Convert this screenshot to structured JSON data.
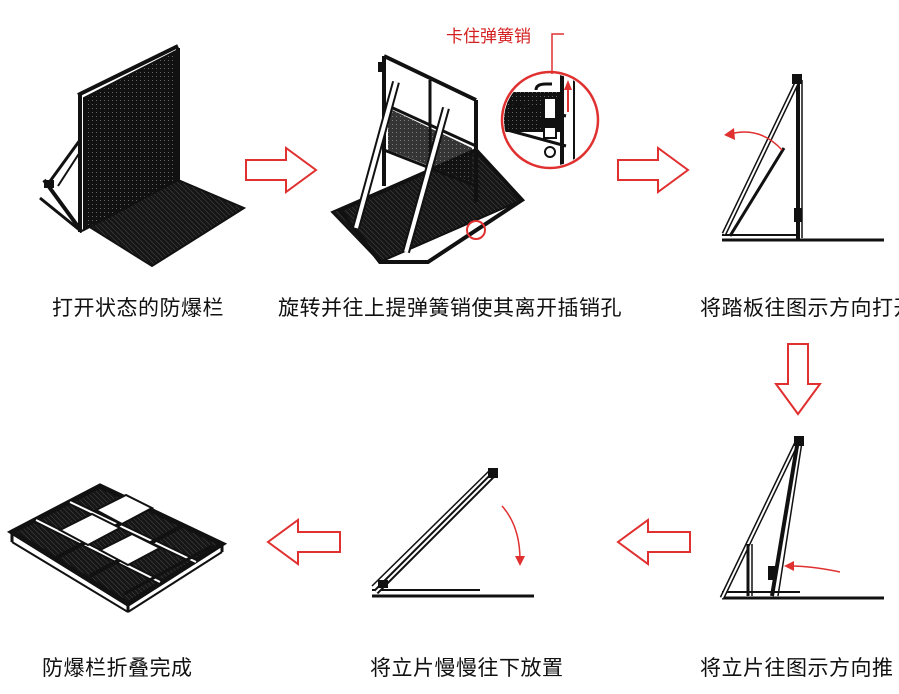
{
  "callout": {
    "text": "卡住弹簧销",
    "color": "#d42020"
  },
  "steps": [
    {
      "caption": "打开状态的防爆栏"
    },
    {
      "caption": "旋转并往上提弹簧销使其离开插销孔"
    },
    {
      "caption": "将踏板往图示方向打开"
    },
    {
      "caption": "将立片往图示方向推"
    },
    {
      "caption": "将立片慢慢往下放置"
    },
    {
      "caption": "防爆栏折叠完成"
    }
  ],
  "colors": {
    "arrow": "#e03030",
    "line": "#111111"
  }
}
